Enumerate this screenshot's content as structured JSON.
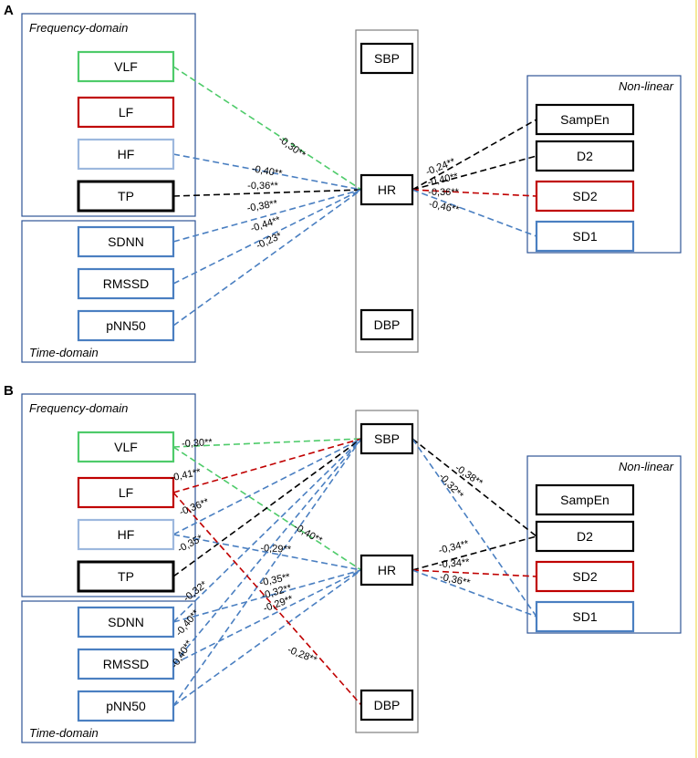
{
  "colors": {
    "green": "#4ecb6a",
    "red": "#c00000",
    "blue": "#4a7fc1",
    "black": "#000000",
    "light_blue": "#9db8de",
    "frame": "#2f5597",
    "gray": "#7f7f7f",
    "right_edge": "#f5e99a"
  },
  "panels": [
    {
      "id": "A",
      "letter": "A",
      "groups": {
        "frequency": "Frequency-domain",
        "time": "Time-domain",
        "nonlinear": "Non-linear"
      },
      "nodes": [
        {
          "id": "VLF",
          "label": "VLF",
          "border": "green"
        },
        {
          "id": "LF",
          "label": "LF",
          "border": "red"
        },
        {
          "id": "HF",
          "label": "HF",
          "border": "light_blue"
        },
        {
          "id": "TP",
          "label": "TP",
          "border": "black"
        },
        {
          "id": "SDNN",
          "label": "SDNN",
          "border": "blue"
        },
        {
          "id": "RMSSD",
          "label": "RMSSD",
          "border": "blue"
        },
        {
          "id": "pNN50",
          "label": "pNN50",
          "border": "blue"
        },
        {
          "id": "SBP",
          "label": "SBP",
          "border": "black"
        },
        {
          "id": "HR",
          "label": "HR",
          "border": "black"
        },
        {
          "id": "DBP",
          "label": "DBP",
          "border": "black"
        },
        {
          "id": "SampEn",
          "label": "SampEn",
          "border": "black"
        },
        {
          "id": "D2",
          "label": "D2",
          "border": "black"
        },
        {
          "id": "SD2",
          "label": "SD2",
          "border": "red"
        },
        {
          "id": "SD1",
          "label": "SD1",
          "border": "blue"
        }
      ],
      "edges": [
        {
          "from": "VLF",
          "to": "HR",
          "value": "-0,30**",
          "color": "green"
        },
        {
          "from": "HF",
          "to": "HR",
          "value": "-0,40**",
          "color": "blue"
        },
        {
          "from": "TP",
          "to": "HR",
          "value": "-0,36**",
          "color": "black"
        },
        {
          "from": "SDNN",
          "to": "HR",
          "value": "-0,38**",
          "color": "blue"
        },
        {
          "from": "RMSSD",
          "to": "HR",
          "value": "-0,44**",
          "color": "blue"
        },
        {
          "from": "pNN50",
          "to": "HR",
          "value": "-0,23*",
          "color": "blue"
        },
        {
          "from": "HR",
          "to": "SampEn",
          "value": "-0,24**",
          "color": "black"
        },
        {
          "from": "HR",
          "to": "D2",
          "value": "-0,40**",
          "color": "black"
        },
        {
          "from": "HR",
          "to": "SD2",
          "value": "-0,36**",
          "color": "red"
        },
        {
          "from": "HR",
          "to": "SD1",
          "value": "-0,46**",
          "color": "blue"
        }
      ]
    },
    {
      "id": "B",
      "letter": "B",
      "groups": {
        "frequency": "Frequency-domain",
        "time": "Time-domain",
        "nonlinear": "Non-linear"
      },
      "nodes": [
        {
          "id": "VLF",
          "label": "VLF",
          "border": "green"
        },
        {
          "id": "LF",
          "label": "LF",
          "border": "red"
        },
        {
          "id": "HF",
          "label": "HF",
          "border": "light_blue"
        },
        {
          "id": "TP",
          "label": "TP",
          "border": "black"
        },
        {
          "id": "SDNN",
          "label": "SDNN",
          "border": "blue"
        },
        {
          "id": "RMSSD",
          "label": "RMSSD",
          "border": "blue"
        },
        {
          "id": "pNN50",
          "label": "pNN50",
          "border": "blue"
        },
        {
          "id": "SBP",
          "label": "SBP",
          "border": "black"
        },
        {
          "id": "HR",
          "label": "HR",
          "border": "black"
        },
        {
          "id": "DBP",
          "label": "DBP",
          "border": "black"
        },
        {
          "id": "SampEn",
          "label": "SampEn",
          "border": "black"
        },
        {
          "id": "D2",
          "label": "D2",
          "border": "black"
        },
        {
          "id": "SD2",
          "label": "SD2",
          "border": "red"
        },
        {
          "id": "SD1",
          "label": "SD1",
          "border": "blue"
        }
      ],
      "edges": [
        {
          "from": "VLF",
          "to": "SBP",
          "value": "-0,30**",
          "color": "green"
        },
        {
          "from": "LF",
          "to": "SBP",
          "value": "-0,41**",
          "color": "red"
        },
        {
          "from": "VLF",
          "to": "HR",
          "value": "-0,40**",
          "color": "green"
        },
        {
          "from": "HF",
          "to": "SBP",
          "value": "-0,36**",
          "color": "blue"
        },
        {
          "from": "TP",
          "to": "SBP",
          "value": "-0,35*",
          "color": "black"
        },
        {
          "from": "HF",
          "to": "HR",
          "value": "-0,29**",
          "color": "blue"
        },
        {
          "from": "SDNN",
          "to": "SBP",
          "value": "-0,32*",
          "color": "blue"
        },
        {
          "from": "RMSSD",
          "to": "SBP",
          "value": "-0,40**",
          "color": "blue"
        },
        {
          "from": "pNN50",
          "to": "SBP",
          "value": "-0,40**",
          "color": "blue"
        },
        {
          "from": "SDNN",
          "to": "HR",
          "value": "-0,35**",
          "color": "blue"
        },
        {
          "from": "RMSSD",
          "to": "HR",
          "value": "-0,32**",
          "color": "blue"
        },
        {
          "from": "pNN50",
          "to": "HR",
          "value": "-0,29**",
          "color": "blue"
        },
        {
          "from": "LF",
          "to": "DBP",
          "value": "-0,28**",
          "color": "red"
        },
        {
          "from": "SBP",
          "to": "D2",
          "value": "-0,38**",
          "color": "black"
        },
        {
          "from": "SBP",
          "to": "SD1",
          "value": "-0,32**",
          "color": "blue"
        },
        {
          "from": "HR",
          "to": "D2",
          "value": "-0,34**",
          "color": "black"
        },
        {
          "from": "HR",
          "to": "SD2",
          "value": "-0,34**",
          "color": "red"
        },
        {
          "from": "HR",
          "to": "SD1",
          "value": "-0,36**",
          "color": "blue"
        }
      ]
    }
  ]
}
